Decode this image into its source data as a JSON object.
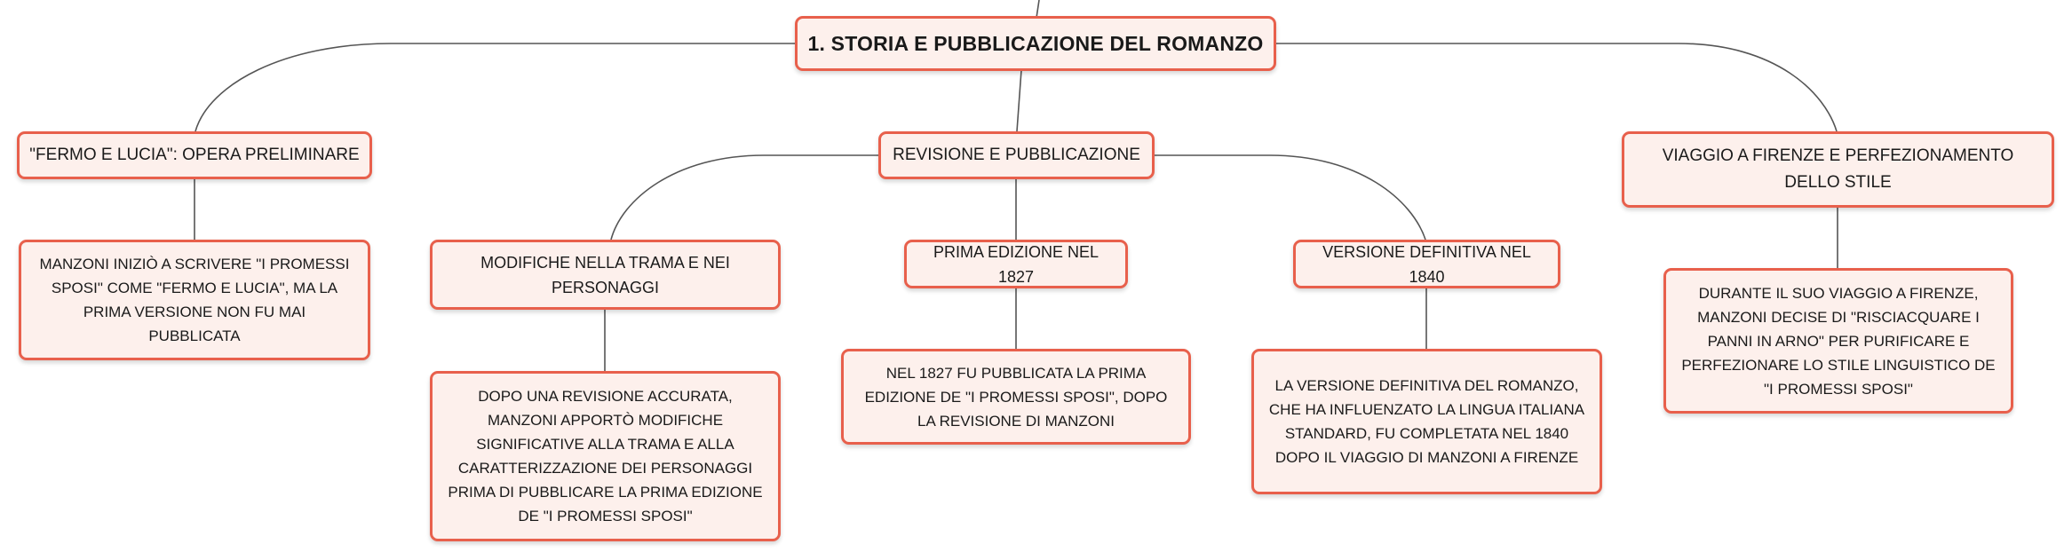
{
  "colors": {
    "node_border": "#e8604c",
    "node_fill": "#fdf0ec",
    "connector": "#555555"
  },
  "root": {
    "label": "1. STORIA E PUBBLICAZIONE DEL ROMANZO"
  },
  "branches": {
    "fermo": {
      "label": "\"FERMO E LUCIA\": OPERA PRELIMINARE",
      "detail": "MANZONI INIZIÒ A SCRIVERE \"I PROMESSI SPOSI\" COME \"FERMO E LUCIA\", MA LA PRIMA VERSIONE NON FU MAI PUBBLICATA"
    },
    "revisione": {
      "label": "REVISIONE E PUBBLICAZIONE",
      "children": {
        "modifiche": {
          "label": "MODIFICHE NELLA TRAMA E NEI PERSONAGGI",
          "detail": "DOPO UNA REVISIONE ACCURATA, MANZONI APPORTÒ MODIFICHE SIGNIFICATIVE ALLA TRAMA E ALLA CARATTERIZZAZIONE DEI PERSONAGGI PRIMA DI PUBBLICARE LA PRIMA EDIZIONE DE \"I PROMESSI SPOSI\""
        },
        "prima_edizione": {
          "label": "PRIMA EDIZIONE NEL 1827",
          "detail": "NEL 1827 FU PUBBLICATA LA PRIMA EDIZIONE DE \"I PROMESSI SPOSI\", DOPO LA REVISIONE DI MANZONI"
        },
        "versione_definitiva": {
          "label": "VERSIONE DEFINITIVA NEL 1840",
          "detail": "LA VERSIONE DEFINITIVA DEL ROMANZO, CHE HA INFLUENZATO LA LINGUA ITALIANA STANDARD, FU COMPLETATA NEL 1840 DOPO IL VIAGGIO DI MANZONI A FIRENZE"
        }
      }
    },
    "viaggio": {
      "label": "VIAGGIO A FIRENZE E PERFEZIONAMENTO DELLO STILE",
      "detail": "DURANTE IL SUO VIAGGIO A FIRENZE, MANZONI DECISE DI \"RISCIACQUARE I PANNI IN ARNO\" PER PURIFICARE E PERFEZIONARE LO STILE LINGUISTICO DE \"I PROMESSI SPOSI\""
    }
  }
}
